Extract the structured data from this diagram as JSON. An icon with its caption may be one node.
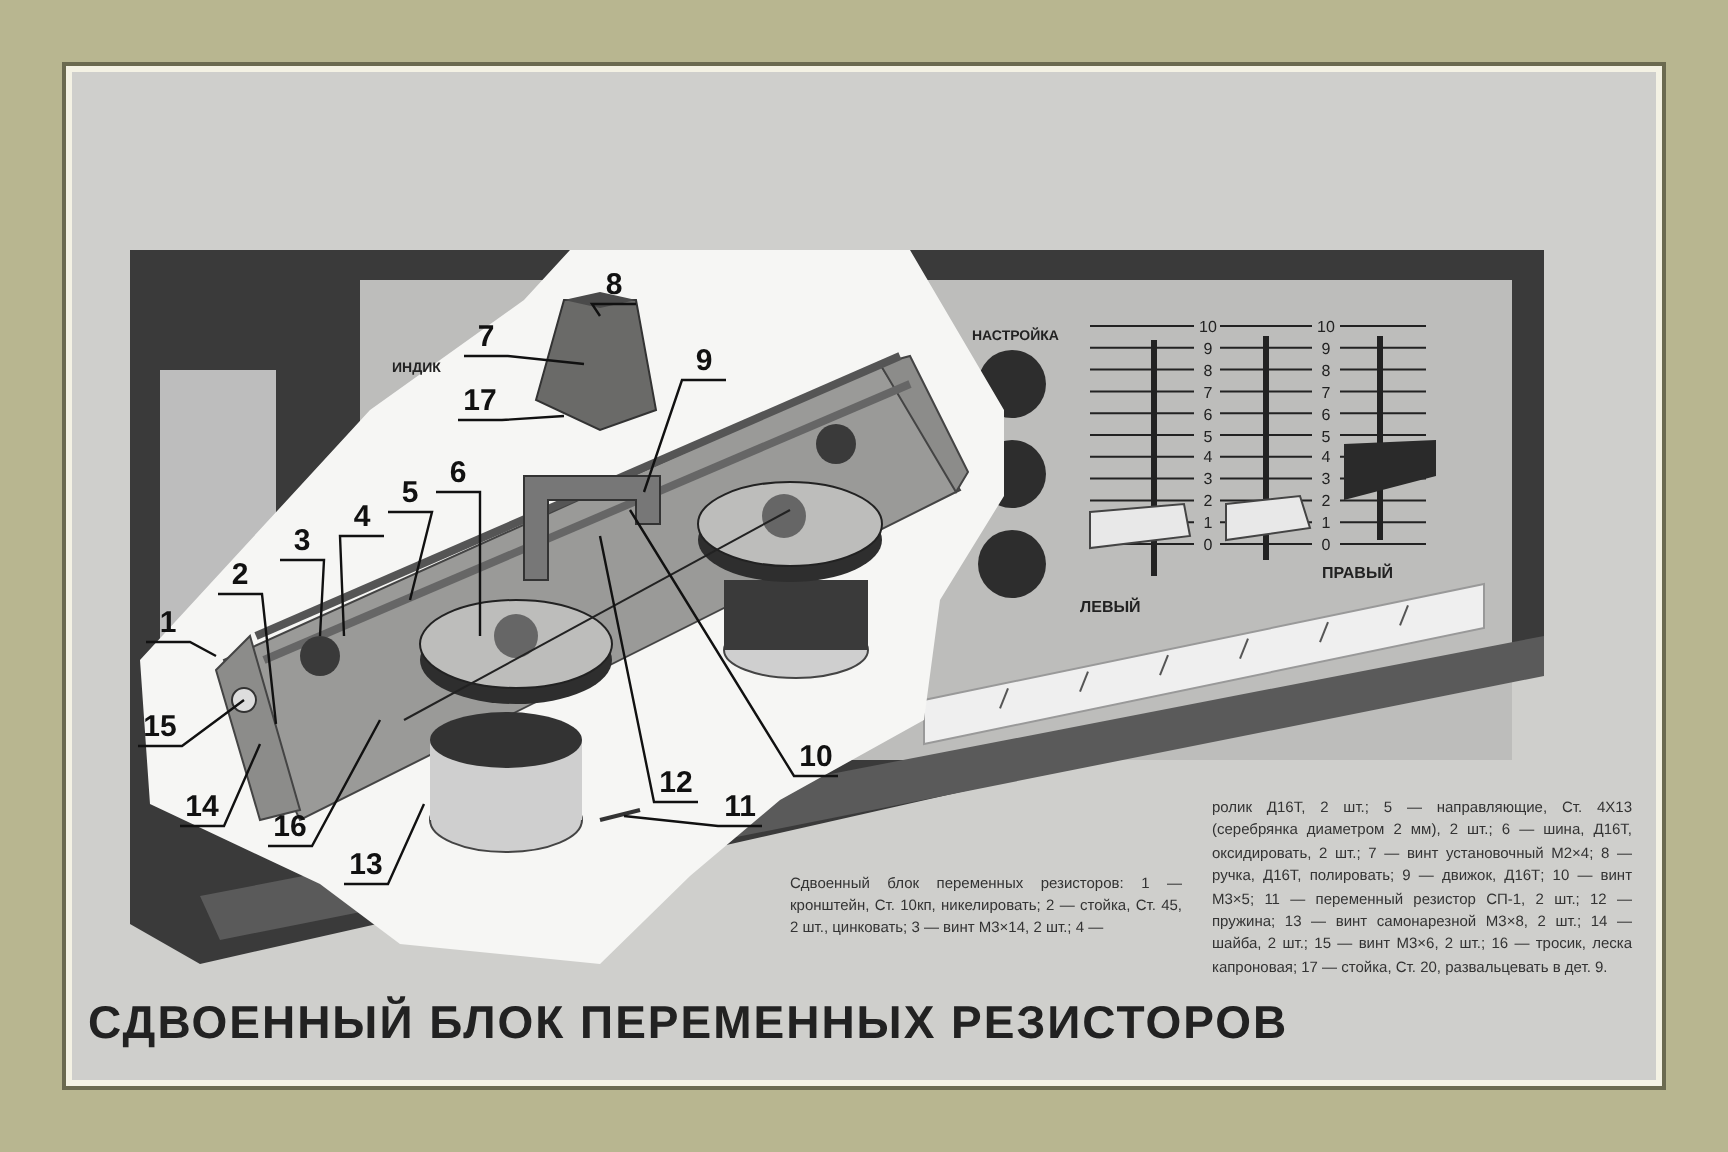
{
  "diagram": {
    "title": "СДВОЕННЫЙ БЛОК ПЕРЕМЕННЫХ РЕЗИСТОРОВ",
    "nodes": [
      {
        "text": [
          "1"
        ]
      },
      {
        "text": [
          "2"
        ]
      },
      {
        "text": [
          "3"
        ]
      },
      {
        "text": [
          "4"
        ]
      },
      {
        "text": [
          "5"
        ]
      },
      {
        "text": [
          "6"
        ]
      },
      {
        "text": [
          "7"
        ]
      },
      {
        "text": [
          "8"
        ]
      },
      {
        "text": [
          "9"
        ]
      },
      {
        "text": [
          "10"
        ]
      },
      {
        "text": [
          "11"
        ]
      },
      {
        "text": [
          "12"
        ]
      },
      {
        "text": [
          "13"
        ]
      },
      {
        "text": [
          "14"
        ]
      },
      {
        "text": [
          "15"
        ]
      },
      {
        "text": [
          "16"
        ]
      },
      {
        "text": [
          "17"
        ]
      }
    ],
    "edges": [
      {
        "from": 0,
        "to": null,
        "arrow": "none"
      },
      {
        "from": 1,
        "to": null,
        "arrow": "none"
      },
      {
        "from": 2,
        "to": null,
        "arrow": "none"
      },
      {
        "from": 3,
        "to": null,
        "arrow": "none"
      },
      {
        "from": 4,
        "to": null,
        "arrow": "none"
      },
      {
        "from": 5,
        "to": null,
        "arrow": "none"
      },
      {
        "from": 6,
        "to": null,
        "arrow": "none"
      },
      {
        "from": 7,
        "to": null,
        "arrow": "none"
      },
      {
        "from": 8,
        "to": null,
        "arrow": "none"
      },
      {
        "from": 9,
        "to": null,
        "arrow": "none"
      },
      {
        "from": 10,
        "to": null,
        "arrow": "none"
      },
      {
        "from": 11,
        "to": null,
        "arrow": "none"
      },
      {
        "from": 12,
        "to": null,
        "arrow": "none"
      },
      {
        "from": 13,
        "to": null,
        "arrow": "none"
      },
      {
        "from": 14,
        "to": null,
        "arrow": "none"
      },
      {
        "from": 15,
        "to": null,
        "arrow": "none"
      },
      {
        "from": 16,
        "to": null,
        "arrow": "none"
      }
    ],
    "labels": [
      "ИНДИК",
      "НАСТРОЙКА",
      "ЛЕВЫЙ",
      "ПРАВЫЙ",
      "10",
      "9",
      "8",
      "7",
      "6",
      "5",
      "4",
      "3",
      "2",
      "1",
      "0",
      "10",
      "9",
      "8",
      "7",
      "6",
      "5",
      "4",
      "3",
      "2",
      "1",
      "0",
      "Сдвоенный блок переменных резисторов: 1 — кронштейн, Ст. 10кп, никелировать; 2 — стойка, Ст. 45, 2 шт., цинковать; 3 — винт М3×14, 2 шт.; 4 —",
      "ролик Д16Т, 2 шт.; 5 — направляющие, Ст. 4Х13 (серебрянка диаметром 2 мм), 2 шт.; 6 — шина, Д16Т, оксидировать, 2 шт.; 7 — винт установочный М2×4; 8 — ручка, Д16Т, полировать; 9 — движок, Д16Т; 10 — винт М3×5; 11 — переменный резистор СП-1, 2 шт.; 12 — пружина; 13 — винт самонарезной М3×8, 2 шт.; 14 — шайба, 2 шт.; 15 — винт М3×6, 2 шт.; 16 — тросик, леска капроновая; 17 — стойка, Ст. 20, развальцевать в дет. 9."
    ]
  }
}
